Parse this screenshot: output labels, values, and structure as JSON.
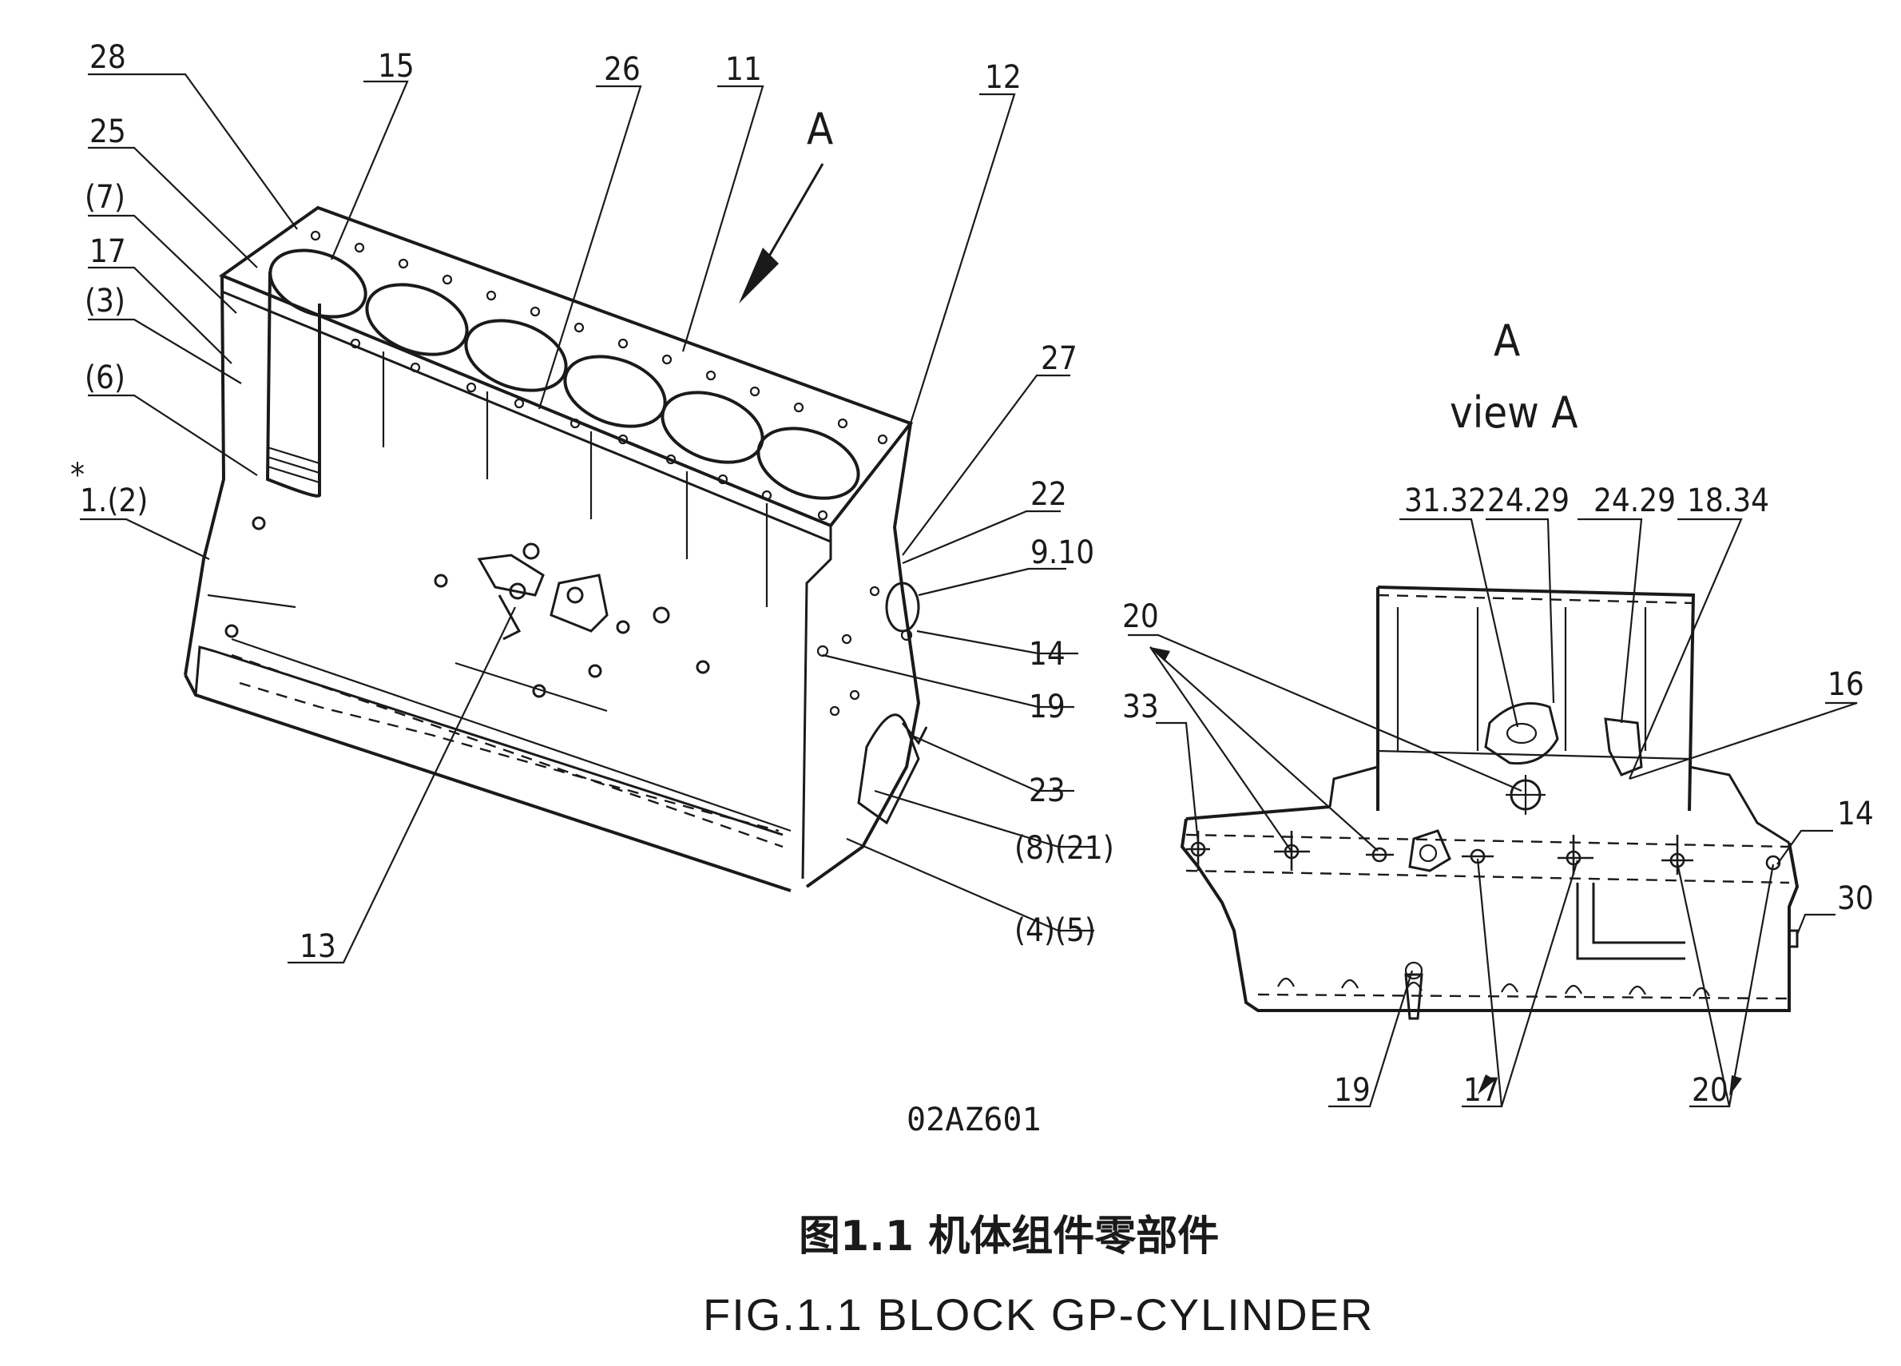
{
  "iso_view_labels": {
    "l28": "28",
    "l15": "15",
    "l26": "26",
    "l11": "11",
    "l12": "12",
    "l25": "25",
    "l7": "(7)",
    "l17": "17",
    "l3": "(3)",
    "l6": "(6)",
    "l1_2": "1.(2)",
    "l1_mark": "*",
    "l27": "27",
    "l22": "22",
    "l9_10": "9.10",
    "l14": "14",
    "l19": "19",
    "l23": "23",
    "l8_21": "(8)(21)",
    "l4_5": "(4)(5)",
    "l13": "13",
    "view_arrow": "A"
  },
  "view_a": {
    "title_letter": "A",
    "title": "view  A",
    "labels": {
      "l31_32": "31.32",
      "l24_29a": "24.29",
      "l24_29b": "24.29",
      "l18_34": "18.34",
      "l16": "16",
      "l20_top": "20",
      "l33": "33",
      "l14": "14",
      "l30": "30",
      "l19": "19",
      "l17": "17",
      "l20_bottom": "20"
    }
  },
  "drawing_code": "02AZ601",
  "caption": {
    "chinese": "图1.1 机体组件零部件",
    "english": "FIG.1.1 BLOCK GP-CYLINDER"
  }
}
